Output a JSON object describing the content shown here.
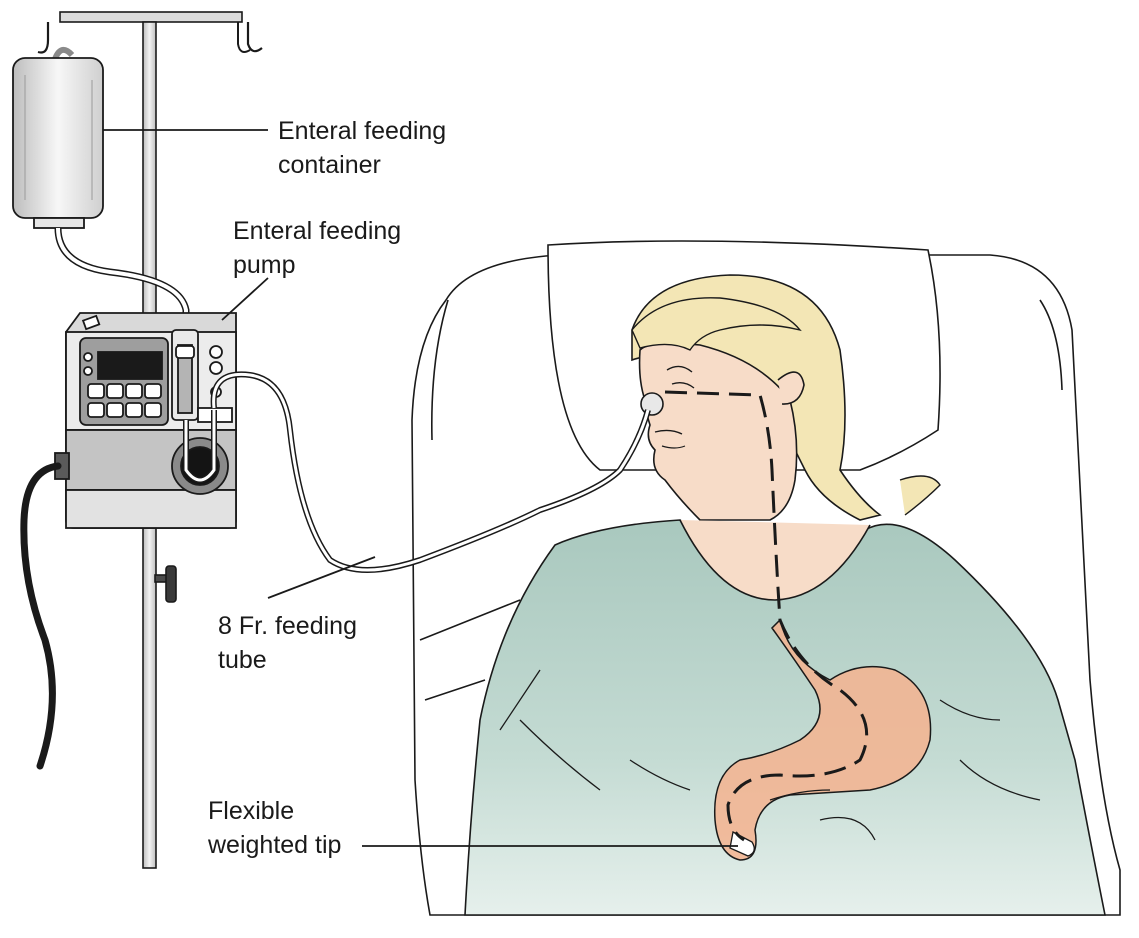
{
  "labels": {
    "container": {
      "line1": "Enteral feeding",
      "line2": "container"
    },
    "pump": {
      "line1": "Enteral feeding",
      "line2": "pump"
    },
    "tube": {
      "line1": "8 Fr. feeding",
      "line2": "tube"
    },
    "tip": {
      "line1": "Flexible",
      "line2": "weighted tip"
    }
  },
  "colors": {
    "gown": "#b9d3cb",
    "skin": "#f7dcc8",
    "hair": "#f3e6b5",
    "stomach": "#f4b38f",
    "device_gray": "#c9c9c9",
    "line": "#1a1a1a"
  }
}
